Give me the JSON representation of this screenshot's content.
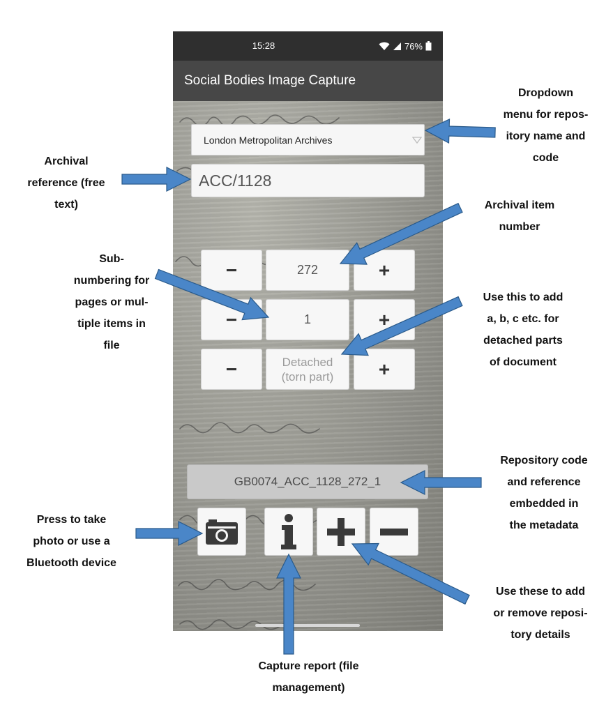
{
  "status_bar": {
    "time": "15:28",
    "battery": "76%",
    "icons": [
      "wifi-icon",
      "signal-icon",
      "battery-icon"
    ]
  },
  "app": {
    "title": "Social Bodies Image Capture"
  },
  "form": {
    "repository_selected": "London Metropolitan Archives",
    "archival_reference": "ACC/1128",
    "item_number": "272",
    "sub_number": "1",
    "detached_placeholder_line1": "Detached",
    "detached_placeholder_line2": "(torn part)",
    "minus_label": "−",
    "plus_label": "+",
    "generated_reference": "GB0074_ACC_1128_272_1"
  },
  "toolbar": {
    "buttons": [
      "camera-icon",
      "info-icon",
      "plus-icon",
      "minus-icon"
    ]
  },
  "annotations": {
    "dropdown": "Dropdown\nmenu for repos-\nitory name and\ncode",
    "archival_reference": "Archival\nreference (free\ntext)",
    "item_number": "Archival item\nnumber",
    "sub_numbering": "Sub-\nnumbering for\npages or mul-\ntiple items in\nfile",
    "detached": "Use this to add\na, b, c etc. for\ndetached parts\nof document",
    "repository_code": "Repository code\nand reference\nembedded in\nthe metadata",
    "take_photo": "Press to take\nphoto or use a\nBluetooth device",
    "add_remove": "Use these to add\nor remove reposi-\ntory  details",
    "capture_report": "Capture report (file\nmanagement)"
  },
  "colors": {
    "arrow_fill": "#4a86c8",
    "arrow_stroke": "#2a5a8a",
    "status_bar": "#2f2f2f",
    "app_bar": "#474747"
  }
}
